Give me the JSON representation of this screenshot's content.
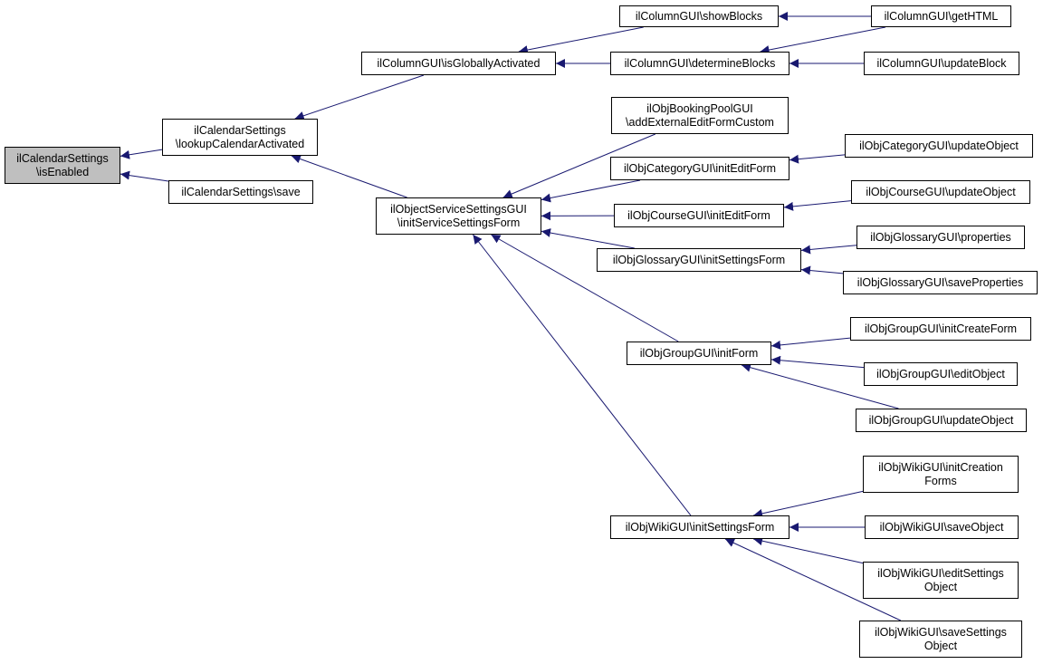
{
  "graph": {
    "edge_color": "#191970",
    "current_node_fill": "#bfbfbf",
    "nodes": [
      {
        "id": "n_isEnabled",
        "lines": [
          "ilCalendarSettings",
          "\\isEnabled"
        ],
        "current": true
      },
      {
        "id": "n_lookupCal",
        "lines": [
          "ilCalendarSettings",
          "\\lookupCalendarActivated"
        ]
      },
      {
        "id": "n_save",
        "lines": [
          "ilCalendarSettings\\save"
        ]
      },
      {
        "id": "n_isGlobAct",
        "lines": [
          "ilColumnGUI\\isGloballyActivated"
        ]
      },
      {
        "id": "n_initSvc",
        "lines": [
          "ilObjectServiceSettingsGUI",
          "\\initServiceSettingsForm"
        ]
      },
      {
        "id": "n_showBlocks",
        "lines": [
          "ilColumnGUI\\showBlocks"
        ]
      },
      {
        "id": "n_determine",
        "lines": [
          "ilColumnGUI\\determineBlocks"
        ]
      },
      {
        "id": "n_getHTML",
        "lines": [
          "ilColumnGUI\\getHTML"
        ]
      },
      {
        "id": "n_updateBlock",
        "lines": [
          "ilColumnGUI\\updateBlock"
        ]
      },
      {
        "id": "n_booking",
        "lines": [
          "ilObjBookingPoolGUI",
          "\\addExternalEditFormCustom"
        ]
      },
      {
        "id": "n_catInit",
        "lines": [
          "ilObjCategoryGUI\\initEditForm"
        ]
      },
      {
        "id": "n_catUpd",
        "lines": [
          "ilObjCategoryGUI\\updateObject"
        ]
      },
      {
        "id": "n_crsInit",
        "lines": [
          "ilObjCourseGUI\\initEditForm"
        ]
      },
      {
        "id": "n_crsUpd",
        "lines": [
          "ilObjCourseGUI\\updateObject"
        ]
      },
      {
        "id": "n_gloInit",
        "lines": [
          "ilObjGlossaryGUI\\initSettingsForm"
        ]
      },
      {
        "id": "n_gloProps",
        "lines": [
          "ilObjGlossaryGUI\\properties"
        ]
      },
      {
        "id": "n_gloSave",
        "lines": [
          "ilObjGlossaryGUI\\saveProperties"
        ]
      },
      {
        "id": "n_grpInit",
        "lines": [
          "ilObjGroupGUI\\initForm"
        ]
      },
      {
        "id": "n_grpCreate",
        "lines": [
          "ilObjGroupGUI\\initCreateForm"
        ]
      },
      {
        "id": "n_grpEdit",
        "lines": [
          "ilObjGroupGUI\\editObject"
        ]
      },
      {
        "id": "n_grpUpd",
        "lines": [
          "ilObjGroupGUI\\updateObject"
        ]
      },
      {
        "id": "n_wikiInit",
        "lines": [
          "ilObjWikiGUI\\initSettingsForm"
        ]
      },
      {
        "id": "n_wikiCreate",
        "lines": [
          "ilObjWikiGUI\\initCreation",
          "Forms"
        ]
      },
      {
        "id": "n_wikiSave",
        "lines": [
          "ilObjWikiGUI\\saveObject"
        ]
      },
      {
        "id": "n_wikiEdit",
        "lines": [
          "ilObjWikiGUI\\editSettings",
          "Object"
        ]
      },
      {
        "id": "n_wikiSaveSet",
        "lines": [
          "ilObjWikiGUI\\saveSettings",
          "Object"
        ]
      }
    ],
    "edges": [
      {
        "from": "n_lookupCal",
        "to": "n_isEnabled"
      },
      {
        "from": "n_save",
        "to": "n_isEnabled"
      },
      {
        "from": "n_isGlobAct",
        "to": "n_lookupCal"
      },
      {
        "from": "n_initSvc",
        "to": "n_lookupCal"
      },
      {
        "from": "n_showBlocks",
        "to": "n_isGlobAct"
      },
      {
        "from": "n_determine",
        "to": "n_isGlobAct"
      },
      {
        "from": "n_getHTML",
        "to": "n_showBlocks"
      },
      {
        "from": "n_getHTML",
        "to": "n_determine"
      },
      {
        "from": "n_updateBlock",
        "to": "n_determine"
      },
      {
        "from": "n_booking",
        "to": "n_initSvc"
      },
      {
        "from": "n_catInit",
        "to": "n_initSvc"
      },
      {
        "from": "n_crsInit",
        "to": "n_initSvc"
      },
      {
        "from": "n_gloInit",
        "to": "n_initSvc"
      },
      {
        "from": "n_grpInit",
        "to": "n_initSvc"
      },
      {
        "from": "n_wikiInit",
        "to": "n_initSvc"
      },
      {
        "from": "n_catUpd",
        "to": "n_catInit"
      },
      {
        "from": "n_crsUpd",
        "to": "n_crsInit"
      },
      {
        "from": "n_gloProps",
        "to": "n_gloInit"
      },
      {
        "from": "n_gloSave",
        "to": "n_gloInit"
      },
      {
        "from": "n_grpCreate",
        "to": "n_grpInit"
      },
      {
        "from": "n_grpEdit",
        "to": "n_grpInit"
      },
      {
        "from": "n_grpUpd",
        "to": "n_grpInit"
      },
      {
        "from": "n_wikiCreate",
        "to": "n_wikiInit"
      },
      {
        "from": "n_wikiSave",
        "to": "n_wikiInit"
      },
      {
        "from": "n_wikiEdit",
        "to": "n_wikiInit"
      },
      {
        "from": "n_wikiSaveSet",
        "to": "n_wikiInit"
      }
    ]
  }
}
